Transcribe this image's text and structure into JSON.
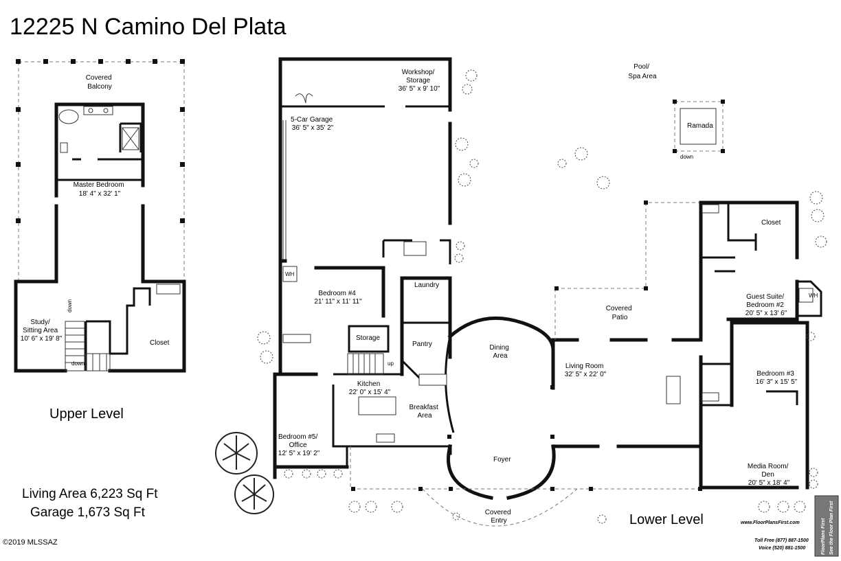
{
  "title": "12225 N Camino Del Plata",
  "levels": {
    "upper": "Upper Level",
    "lower": "Lower Level"
  },
  "areas": {
    "living": "Living Area 6,223 Sq Ft",
    "garage": "Garage 1,673 Sq Ft"
  },
  "copyright": "©2019 MLSSAZ",
  "rooms": {
    "covered_balcony": [
      "Covered",
      "Balcony"
    ],
    "master_bedroom": [
      "Master Bedroom",
      "18' 4\" x 32' 1\""
    ],
    "study": [
      "Study/",
      "Sitting Area",
      "10' 6\" x 19' 8\""
    ],
    "closet_upper": "Closet",
    "workshop": [
      "Workshop/",
      "Storage",
      "36' 5\" x 9' 10\""
    ],
    "garage": [
      "5-Car Garage",
      "36' 5\" x 35' 2\""
    ],
    "pool": [
      "Pool/",
      "Spa Area"
    ],
    "ramada": "Ramada",
    "closet_guest": "Closet",
    "guest_suite": [
      "Guest Suite/",
      "Bedroom #2",
      "20' 5\" x 13' 6\""
    ],
    "covered_patio": [
      "Covered",
      "Patio"
    ],
    "bedroom4": [
      "Bedroom #4",
      "21' 11\" x 11' 11\""
    ],
    "laundry": "Laundry",
    "storage": "Storage",
    "pantry": "Pantry",
    "dining": [
      "Dining",
      "Area"
    ],
    "living_room": [
      "Living Room",
      "32' 5\" x 22' 0\""
    ],
    "bedroom3": [
      "Bedroom #3",
      "16' 3\" x 15' 5\""
    ],
    "kitchen": [
      "Kitchen",
      "22' 0\" x 15' 4\""
    ],
    "breakfast": [
      "Breakfast",
      "Area"
    ],
    "bedroom5": [
      "Bedroom #5/",
      "Office",
      "12' 5\" x 19' 2\""
    ],
    "foyer": "Foyer",
    "media_room": [
      "Media Room/",
      "Den",
      "20' 5\" x 18' 4\""
    ],
    "covered_entry": [
      "Covered",
      "Entry"
    ]
  },
  "stair_labels": {
    "down_study": "down",
    "down_upper_stair": "down",
    "up_kitchen": "up",
    "down_ramada": "down"
  },
  "fixture_labels": {
    "water_heater_garage": "WH",
    "water_heater_guest": "WH"
  },
  "branding": {
    "website": "www.FloorPlansFirst.com",
    "toll_free": "Toll Free (877) 887-1500",
    "voice": "Voice (520) 881-1500",
    "side_logo": "FloorPlans First",
    "side_tagline": "See the Floor Plan First"
  }
}
